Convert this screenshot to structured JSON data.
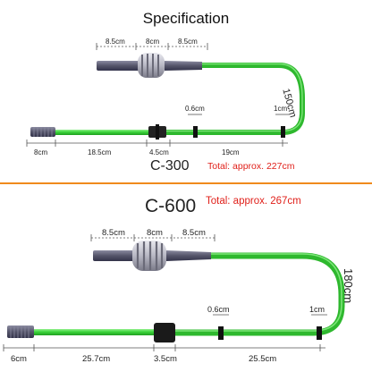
{
  "title": "Specification",
  "colors": {
    "divider": "#f08a1c",
    "total_text": "#e0201a",
    "hose": "#33cc33"
  },
  "top": {
    "model": "C-300",
    "total": "Total: approx. 227cm",
    "arc": "150cm",
    "upper_dims": [
      "8.5cm",
      "8cm",
      "8.5cm"
    ],
    "valve": "0.6cm",
    "end": "1cm",
    "lower_dims": [
      "8cm",
      "18.5cm",
      "4.5cm",
      "19cm"
    ]
  },
  "bottom": {
    "model": "C-600",
    "total": "Total: approx. 267cm",
    "arc": "180cm",
    "upper_dims": [
      "8.5cm",
      "8cm",
      "8.5cm"
    ],
    "valve": "0.6cm",
    "end": "1cm",
    "lower_dims": [
      "6cm",
      "25.7cm",
      "3.5cm",
      "25.5cm"
    ]
  }
}
